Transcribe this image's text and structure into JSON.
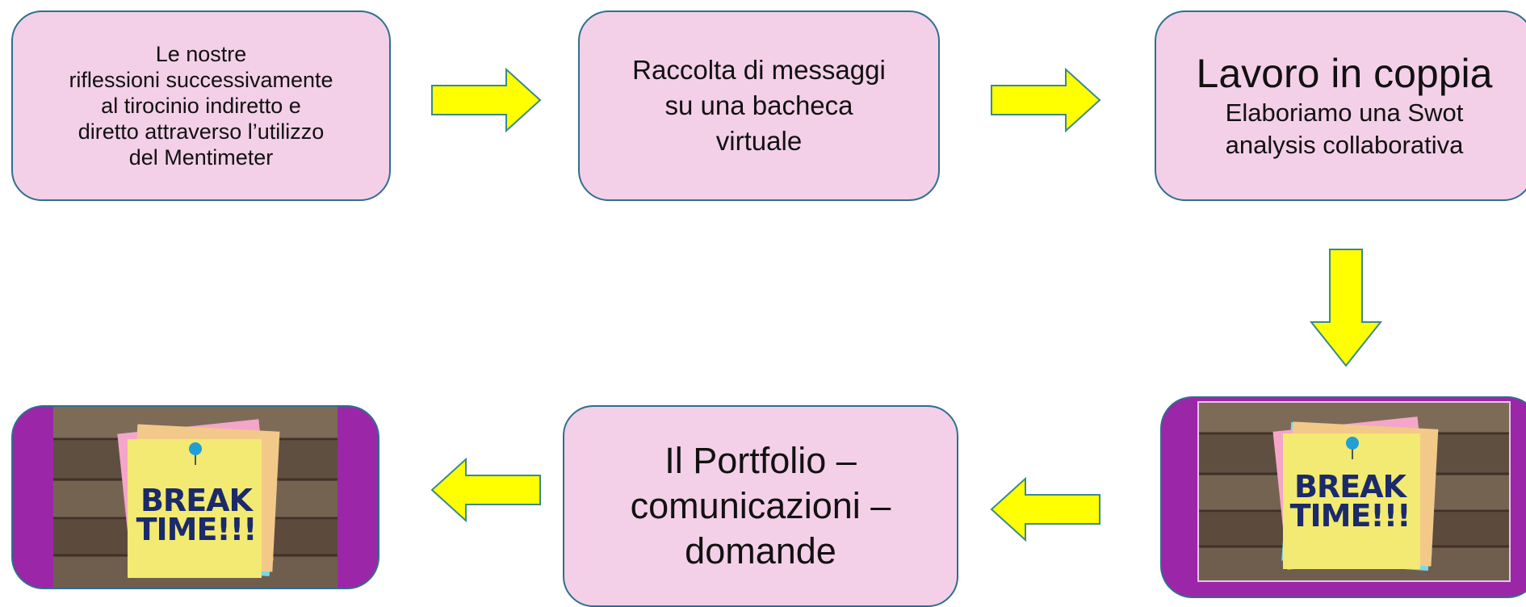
{
  "steps": {
    "step1": {
      "lines": [
        "Le nostre",
        "riflessioni successivamente",
        "al tirocinio indiretto e",
        "diretto attraverso l’utilizzo",
        "del Mentimeter"
      ]
    },
    "step2": {
      "lines": [
        "Raccolta di messaggi",
        "su una bacheca",
        "virtuale"
      ]
    },
    "step3": {
      "title": "Lavoro in coppia",
      "lines": [
        "Elaboriamo una Swot",
        "analysis collaborativa"
      ]
    },
    "step4": {
      "note_text": [
        "BREAK",
        "TIME!!!"
      ]
    },
    "step5": {
      "lines": [
        "Il Portfolio –",
        "comunicazioni –",
        "domande"
      ]
    },
    "step6": {
      "note_text": [
        "BREAK",
        "TIME!!!"
      ]
    }
  },
  "colors": {
    "box_fill": "#f3d0e8",
    "box_border": "#2e6f8e",
    "arrow_fill": "#ffff00",
    "arrow_stroke": "#3a8a8a",
    "frame_purple": "#9b27a8",
    "note_text": "#1b2a6b"
  },
  "icons": {
    "arrow": "block-arrow",
    "image": "break-time-sticky-note-photo"
  }
}
